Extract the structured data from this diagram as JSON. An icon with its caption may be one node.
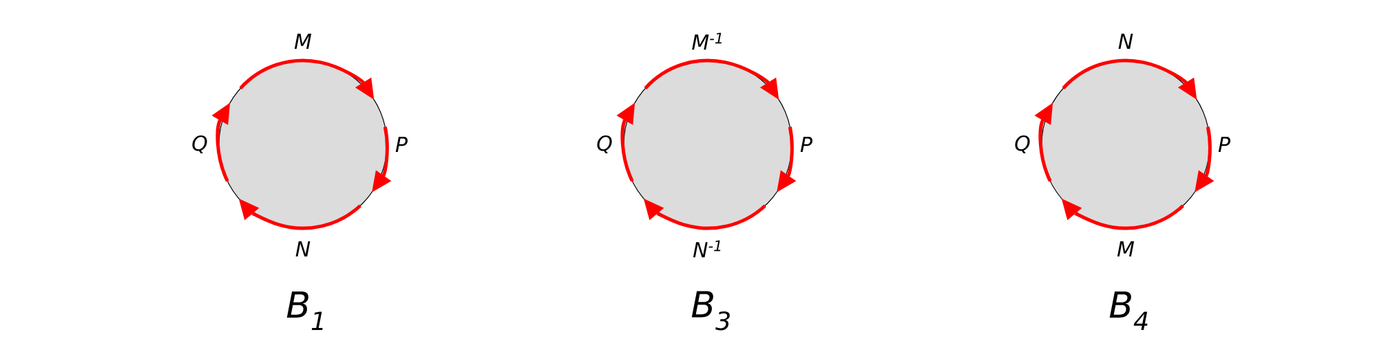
{
  "diagram": {
    "nodes": [
      {
        "text": [],
        "shape": "circle",
        "beside": [
          "M",
          "Q",
          "P",
          "N",
          "B$_{1}$"
        ]
      },
      {
        "text": [],
        "shape": "circle",
        "beside": [
          "M$^{-1}$",
          "Q",
          "P",
          "N$^{-1}$",
          "B$_{3}$"
        ]
      },
      {
        "text": [],
        "shape": "circle",
        "beside": [
          "N",
          "Q",
          "P",
          "M",
          "B$_{4}$"
        ]
      }
    ]
  }
}
